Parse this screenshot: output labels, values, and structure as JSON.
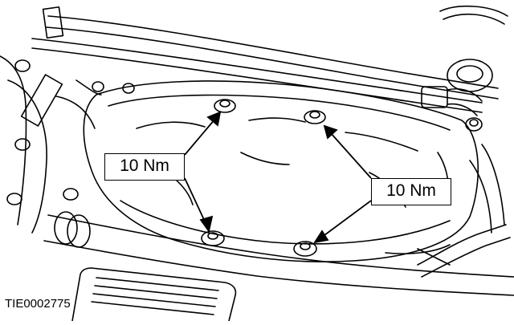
{
  "diagram": {
    "callouts": [
      {
        "id": "left",
        "text": "10 Nm"
      },
      {
        "id": "right",
        "text": "10 Nm"
      }
    ],
    "figure_id": "TIE0002775",
    "colors": {
      "line": "#000000",
      "background": "#ffffff"
    }
  }
}
